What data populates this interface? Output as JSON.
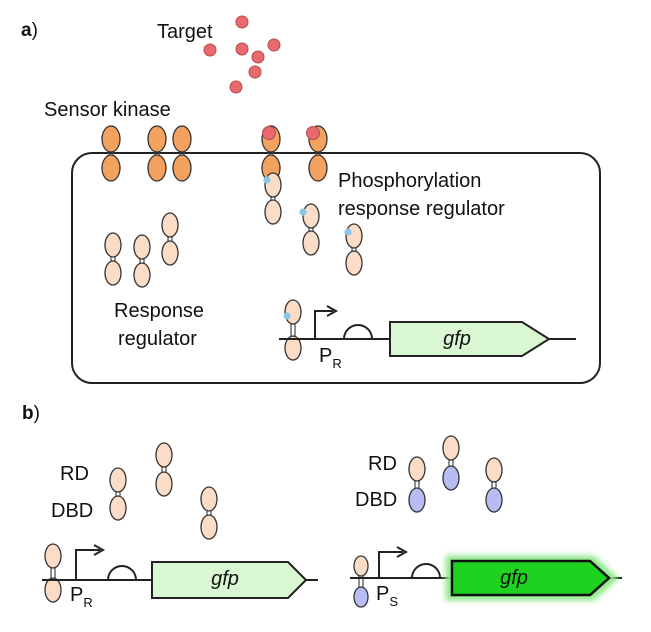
{
  "panels": {
    "a": {
      "label_bold": "a",
      "label_paren": ")",
      "target": "Target",
      "sensor_kinase": "Sensor kinase",
      "phos_line1": "Phosphorylation",
      "phos_line2": "response regulator",
      "rr_line1": "Response",
      "rr_line2": "regulator",
      "promoter_main": "P",
      "promoter_sub": "R",
      "gene": "gfp"
    },
    "b": {
      "label_bold": "b",
      "label_paren": ")",
      "left": {
        "rd": "RD",
        "dbd": "DBD",
        "promoter_main": "P",
        "promoter_sub": "R",
        "gene": "gfp"
      },
      "right": {
        "rd": "RD",
        "dbd": "DBD",
        "promoter_main": "P",
        "promoter_sub": "S",
        "gene": "gfp"
      }
    }
  },
  "colors": {
    "sensor_kinase": "#f2a15e",
    "regulator": "#fbdcc6",
    "target": "#e96a6e",
    "phosphate": "#8ec5ea",
    "dbd_swapped": "#b7bdf2",
    "gfp_dim": "#d9f7d3",
    "gfp_bright": "#1fd21f",
    "gfp_glow": "#8ee88a"
  }
}
